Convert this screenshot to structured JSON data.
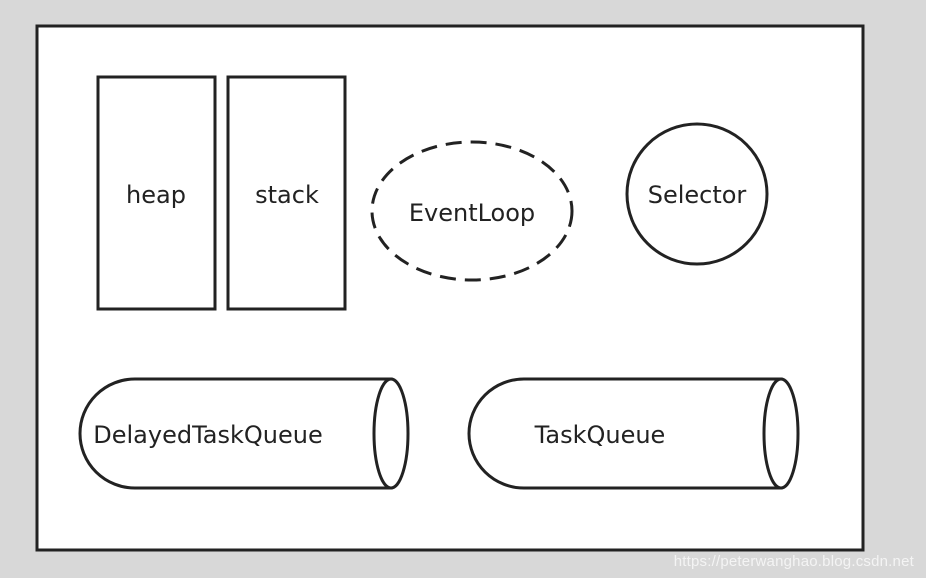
{
  "diagram": {
    "nodes": {
      "heap": "heap",
      "stack": "stack",
      "event_loop": "EventLoop",
      "selector": "Selector",
      "delayed_task_queue": "DelayedTaskQueue",
      "task_queue": "TaskQueue"
    }
  },
  "watermark": "https://peterwanghao.blog.csdn.net",
  "colors": {
    "background": "#d8d8d8",
    "canvas": "#ffffff",
    "stroke": "#222222"
  }
}
